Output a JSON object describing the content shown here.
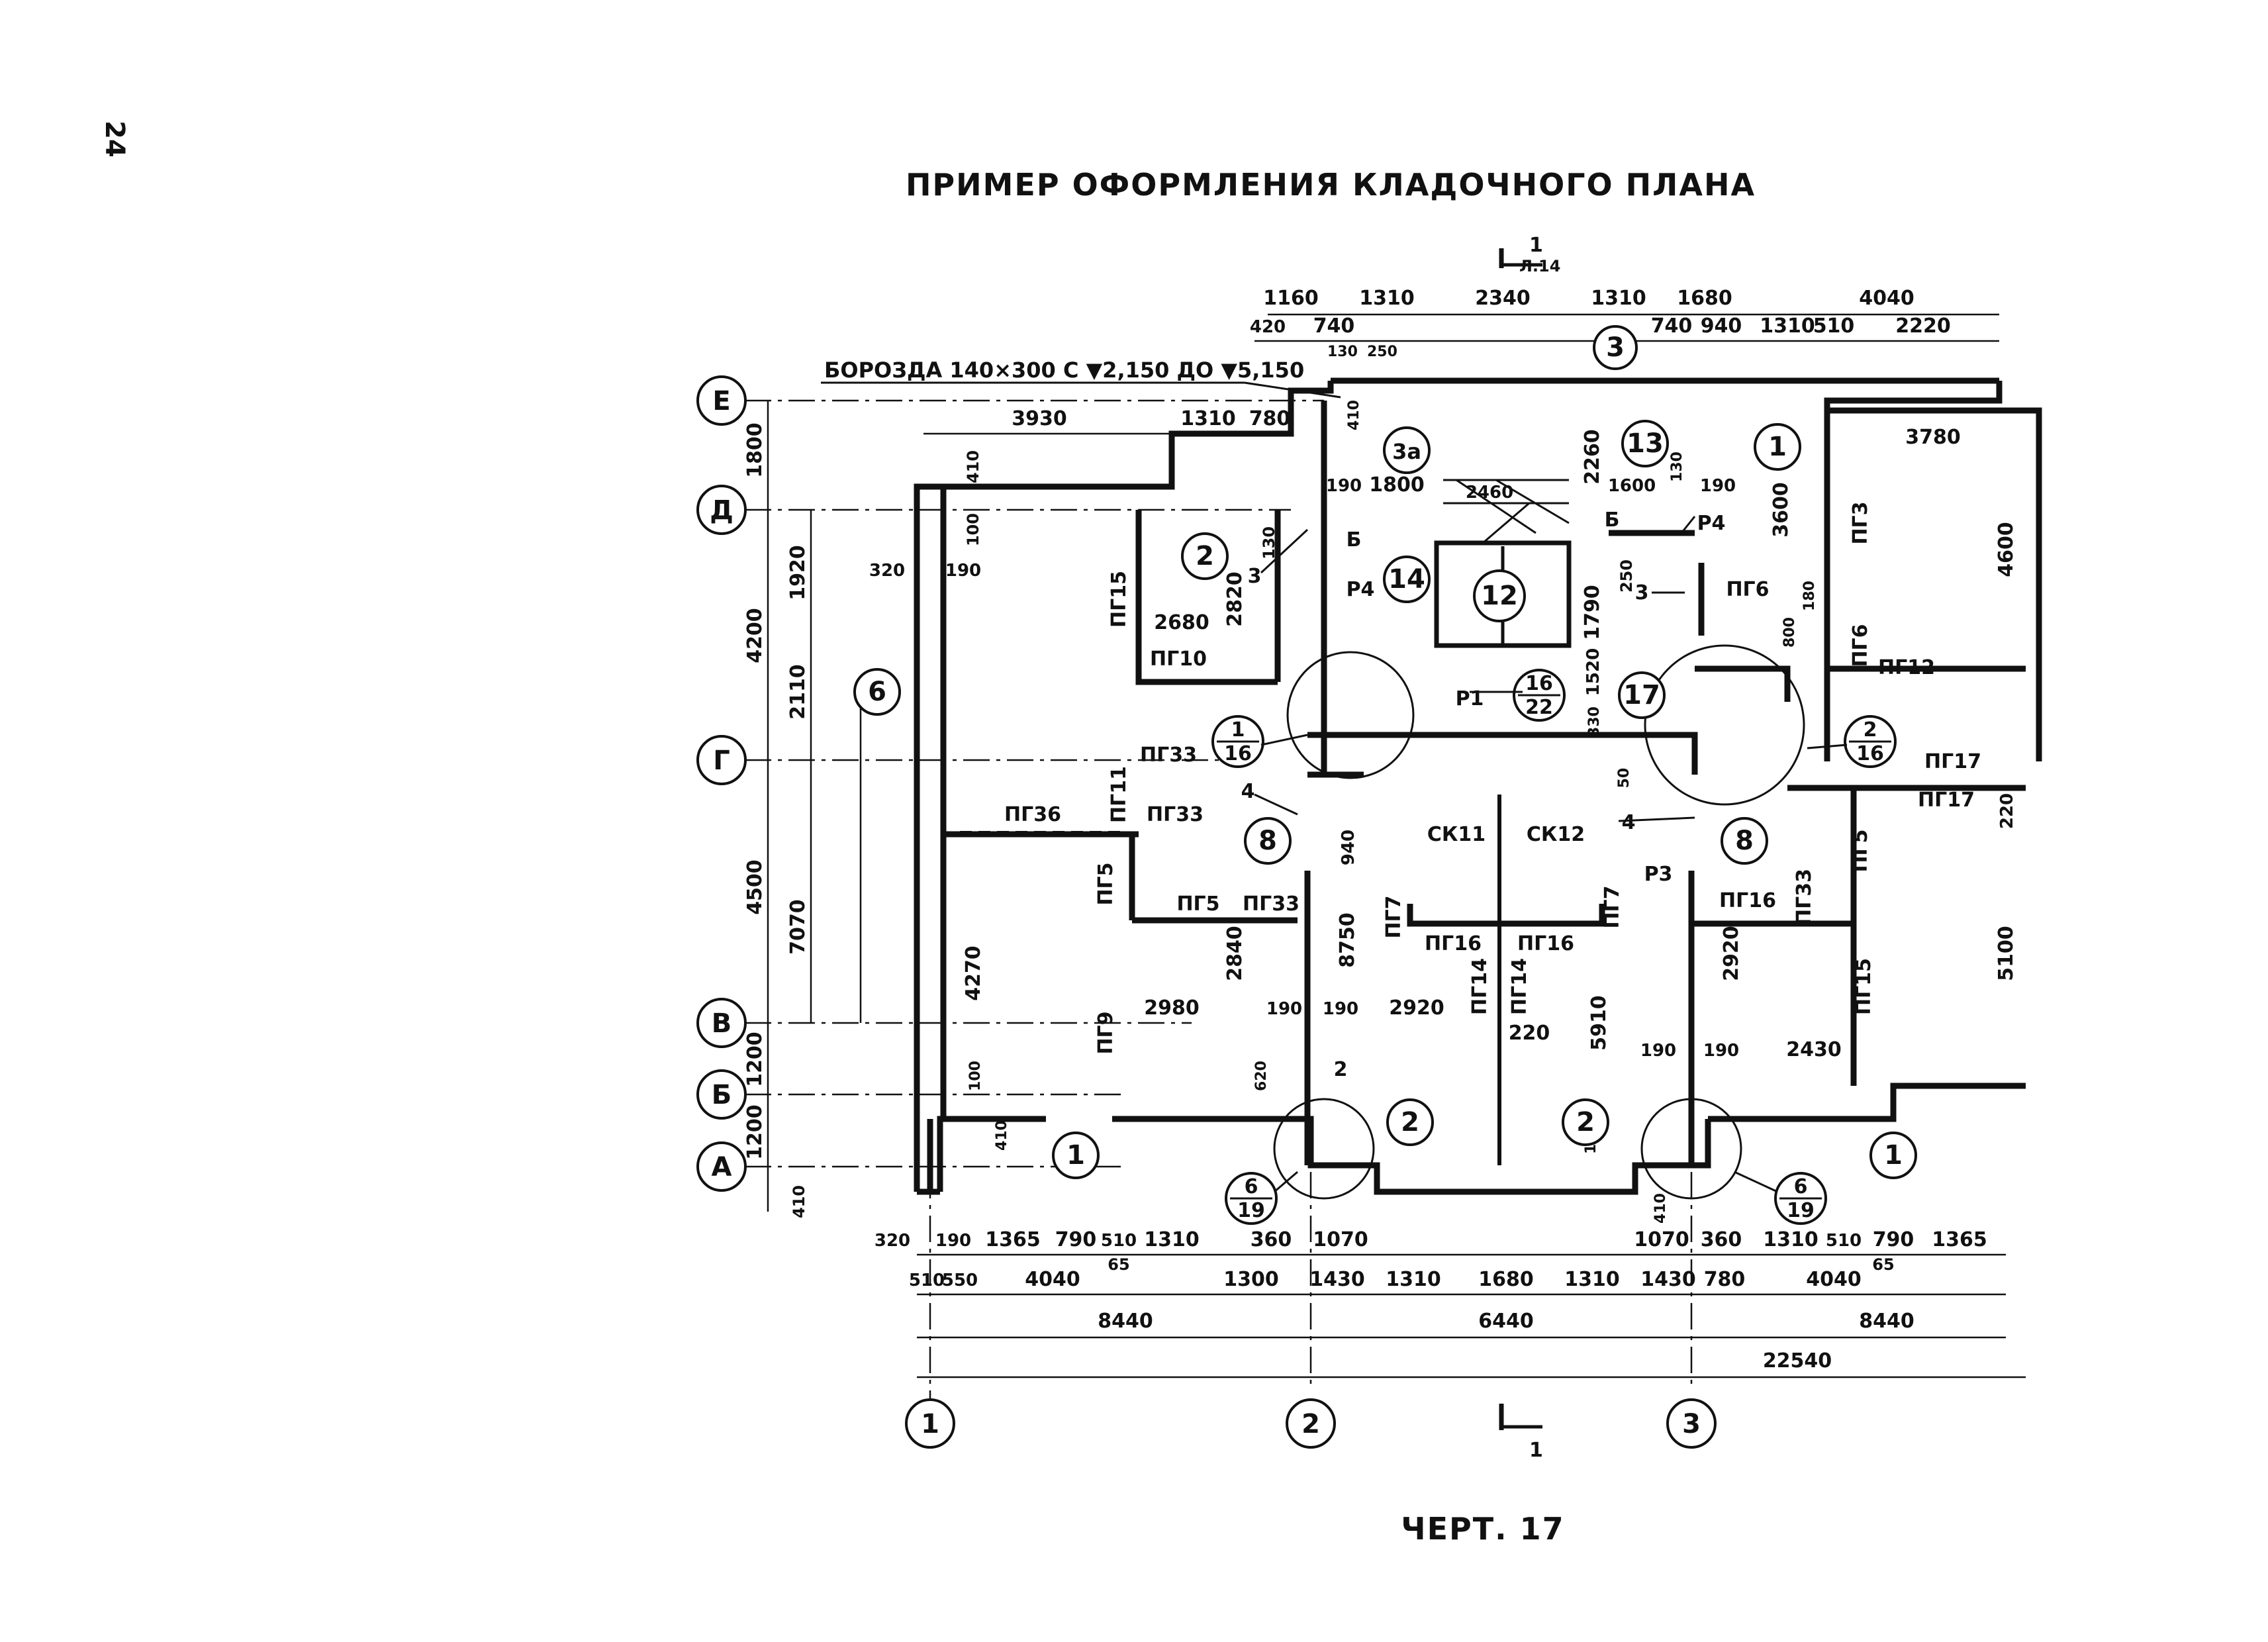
{
  "page_number": "24",
  "title": "ПРИМЕР ОФОРМЛЕНИЯ КЛАДОЧНОГО ПЛАНА",
  "caption": "ЧЕРТ. 17",
  "groove_note": "БОРОЗДА 140×300 С ▼2,150 ДО ▼5,150",
  "section_mark": {
    "number": "1",
    "sheet": "Л.14",
    "bottom_number": "1"
  },
  "axes_bottom": [
    "1",
    "2",
    "3"
  ],
  "axes_left": [
    "Е",
    "Д",
    "Г",
    "В",
    "Б",
    "А"
  ],
  "top_dims_row1": [
    "1160",
    "1310",
    "2340",
    "1310",
    "1680",
    "4040"
  ],
  "top_dims_row2": [
    "420",
    "740",
    "740",
    "940",
    "1310",
    "510",
    "2220"
  ],
  "top_small": [
    "130",
    "250",
    "410"
  ],
  "left_dims": [
    "1800",
    "4200",
    "1920",
    "2110",
    "4500",
    "7070",
    "1200",
    "1200",
    "410"
  ],
  "bottom_row1": [
    "320",
    "190",
    "1365",
    "790",
    "510",
    "1310",
    "360",
    "1070",
    "1070",
    "360",
    "1310",
    "510",
    "790",
    "1365"
  ],
  "bottom_row1_extra": [
    "65",
    "65"
  ],
  "bottom_row2": [
    "510",
    "550",
    "4040",
    "1300",
    "1430",
    "1310",
    "1680",
    "1310",
    "1430",
    "780",
    "4040"
  ],
  "bottom_row3": [
    "8440",
    "6440",
    "8440"
  ],
  "bottom_total": "22540",
  "room_dims": [
    "3930",
    "1310",
    "780",
    "410",
    "100",
    "320",
    "190",
    "2680",
    "2820",
    "130",
    "1800",
    "2460",
    "190",
    "2260",
    "1600",
    "130",
    "190",
    "1790",
    "250",
    "1520",
    "330",
    "50",
    "3780",
    "4600",
    "3600",
    "180",
    "800",
    "4270",
    "2980",
    "2840",
    "190",
    "190",
    "2920",
    "8750",
    "940",
    "220",
    "5910",
    "190",
    "190",
    "2920",
    "2430",
    "5100",
    "220",
    "100",
    "410",
    "620",
    "100",
    "410"
  ],
  "elements": [
    "ПГ15",
    "ПГ10",
    "ПГ33",
    "ПГ11",
    "ПГ33",
    "ПГ36",
    "ПГ5",
    "ПГ5",
    "ПГ33",
    "ПГ9",
    "ПГ7",
    "ПГ16",
    "ПГ14",
    "ПГ14",
    "ПГ16",
    "ПГ7",
    "ПГ16",
    "ПГ33",
    "ПГ15",
    "ПГ3",
    "ПГ6",
    "ПГ12",
    "ПГ6",
    "ПГ17",
    "ПГ17",
    "ПГ5",
    "СК11",
    "СК12",
    "Р1",
    "Р3",
    "Р4",
    "Р4",
    "Б",
    "Б"
  ],
  "callouts": [
    "1",
    "2",
    "3",
    "3а",
    "12",
    "13",
    "14",
    "17",
    "6",
    "8",
    "8",
    "2",
    "2",
    "1",
    "1"
  ],
  "fractions": [
    {
      "num": "1",
      "den": "16"
    },
    {
      "num": "16",
      "den": "22"
    },
    {
      "num": "2",
      "den": "16"
    },
    {
      "num": "6",
      "den": "19"
    },
    {
      "num": "6",
      "den": "19"
    }
  ],
  "leader_labels": [
    "3",
    "3",
    "4",
    "4",
    "2"
  ]
}
